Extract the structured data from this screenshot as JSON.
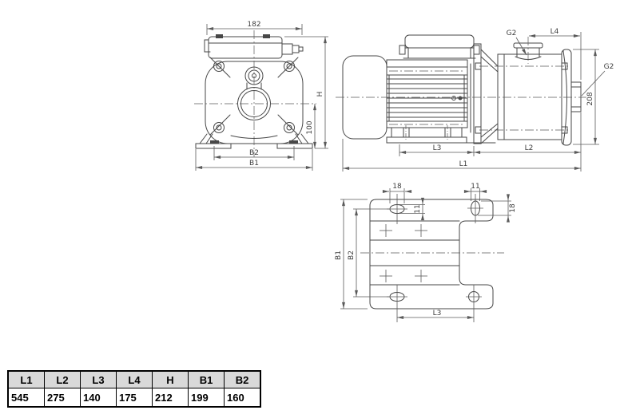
{
  "drawing": {
    "front_view": {
      "width": "182",
      "height_label": "H",
      "center_to_base": "100",
      "foot_span": "B2",
      "base_width": "B1"
    },
    "side_view": {
      "discharge_port": "G2",
      "port_to_inlet": "L4",
      "suction_port": "G2",
      "pump_height": "208",
      "motor_base_length": "L3",
      "pump_length": "L2",
      "total_length": "L1"
    },
    "bottom_view": {
      "slot_width": "18",
      "hole_width": "11",
      "slot_height": "11",
      "hole_height": "18",
      "plate_width": "B1",
      "bolt_span": "B2",
      "bolt_pitch": "L3"
    }
  },
  "table": {
    "headers": [
      "L1",
      "L2",
      "L3",
      "L4",
      "H",
      "B1",
      "B2"
    ],
    "values": [
      "545",
      "275",
      "140",
      "175",
      "212",
      "199",
      "160"
    ]
  },
  "colors": {
    "line": "#474747",
    "dimension": "#5a5a5a",
    "table_header_bg": "#d9d9d9",
    "background": "#ffffff"
  }
}
